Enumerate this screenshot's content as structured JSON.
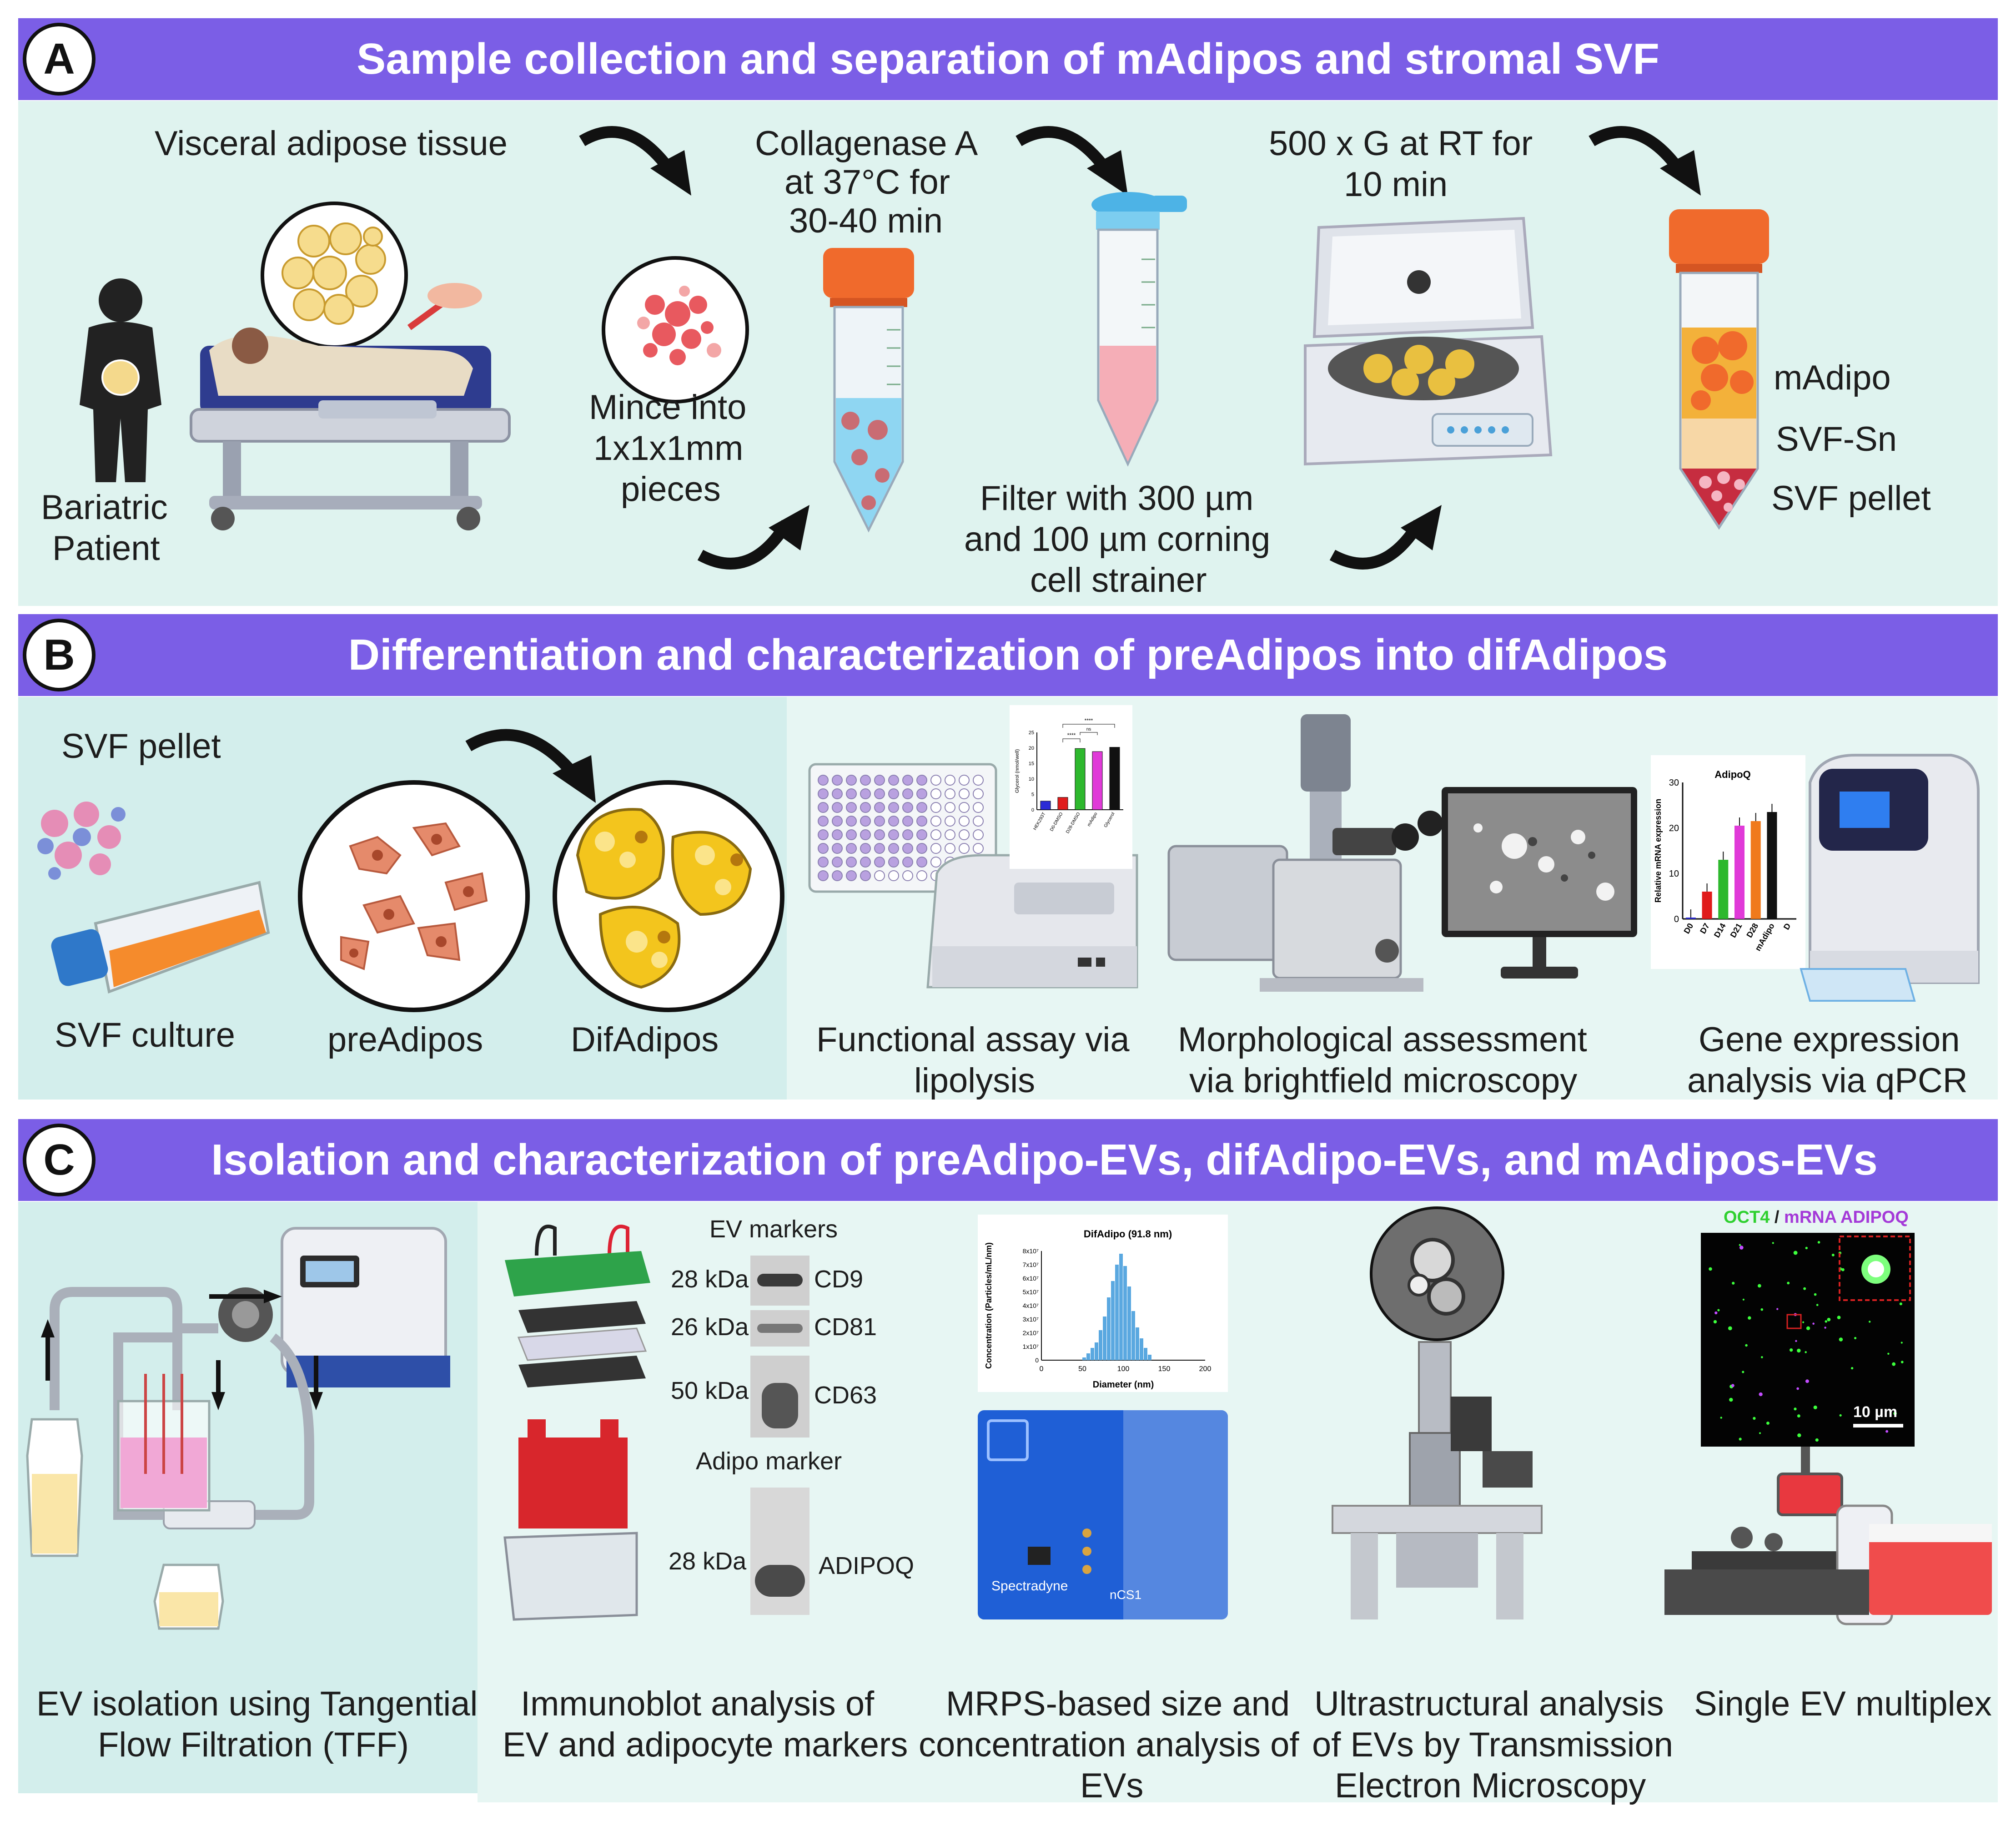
{
  "section_a": {
    "badge": "A",
    "title": "Sample collection and separation of mAdipos and stromal SVF",
    "steps": {
      "tissue": "Visceral adipose tissue",
      "patient": [
        "Bariatric",
        "Patient"
      ],
      "mince": [
        "Mince into",
        "1x1x1mm",
        "pieces"
      ],
      "collagenase": [
        "Collagenase A",
        "at 37°C for",
        "30-40 min"
      ],
      "filter": [
        "Filter with 300 µm",
        "and 100 µm corning",
        "cell strainer"
      ],
      "centrifuge": [
        "500 x G at RT for",
        "10 min"
      ]
    },
    "layers": [
      "mAdipo",
      "SVF-Sn",
      "SVF pellet"
    ]
  },
  "section_b": {
    "badge": "B",
    "title": "Differentiation and characterization of preAdipos into difAdipos",
    "svf_pellet": "SVF pellet",
    "svf_culture": "SVF culture",
    "preadipos": "preAdipos",
    "difadipos": "DifAdipos",
    "assays": {
      "lipolysis": [
        "Functional assay via",
        "lipolysis"
      ],
      "morphology": [
        "Morphological assessment",
        "via brightfield microscopy"
      ],
      "qpcr": [
        "Gene expression",
        "analysis via qPCR"
      ]
    },
    "qpcr_chart": {
      "title": "AdipoQ",
      "ylabel": "Relative mRNA expression",
      "yticks": [
        "0",
        "10",
        "20",
        "30"
      ],
      "categories": [
        "D0",
        "D7",
        "D14",
        "D21",
        "D28",
        "mAdipo",
        "D"
      ],
      "values": [
        0.3,
        6,
        13,
        20.5,
        21.5,
        23.5
      ],
      "colors": [
        "#2b2bd6",
        "#e01b1b",
        "#2db82d",
        "#e03ad8",
        "#f07a1c",
        "#111111"
      ]
    },
    "glycerol_chart": {
      "ylabel": "Glycerol (nmol/well)",
      "yticks": [
        "0",
        "5",
        "10",
        "15",
        "20",
        "25"
      ],
      "categories": [
        "HEK293T",
        "D0-DMSO",
        "D28-DMSO",
        "mAdipo",
        "Glycerol"
      ],
      "values": [
        2.8,
        4,
        19.8,
        18.8,
        20.2
      ],
      "colors": [
        "#2b2bd6",
        "#e01b1b",
        "#2db82d",
        "#e03ad8",
        "#111111"
      ],
      "sig": [
        "****",
        "****",
        "ns"
      ]
    }
  },
  "section_c": {
    "badge": "C",
    "title": "Isolation and characterization of preAdipo-EVs, difAdipo-EVs, and mAdipos-EVs",
    "tff": [
      "EV isolation using Tangential",
      "Flow Filtration (TFF)"
    ],
    "immunoblot": [
      "Immunoblot analysis of",
      "EV and adipocyte markers"
    ],
    "mrps": [
      "MRPS-based size and",
      "concentration analysis of",
      "EVs"
    ],
    "tem": [
      "Ultrastructural analysis",
      "of EVs by Transmission",
      "Electron Microscopy"
    ],
    "single_ev": "Single EV multiplex",
    "ev_markers_title": "EV markers",
    "adipo_marker_title": "Adipo marker",
    "blots": [
      {
        "kda": "28 kDa",
        "name": "CD9"
      },
      {
        "kda": "26 kDa",
        "name": "CD81"
      },
      {
        "kda": "50 kDa",
        "name": "CD63"
      },
      {
        "kda": "28 kDa",
        "name": "ADIPOQ"
      }
    ],
    "histogram": {
      "title": "DifAdipo (91.8 nm)",
      "xlabel": "Diameter (nm)",
      "ylabel": "Concentration (Particles/mL/nm)",
      "xticks": [
        "0",
        "50",
        "100",
        "150",
        "200"
      ],
      "yticks": [
        "0",
        "1x10⁷",
        "2x10⁷",
        "3x10⁷",
        "4x10⁷",
        "5x10⁷",
        "6x10⁷",
        "7x10⁷",
        "8x10⁷"
      ],
      "bin_values": [
        0.2,
        0.5,
        0.9,
        1.3,
        2.2,
        3.2,
        4.6,
        5.8,
        7.0,
        7.8,
        6.9,
        5.4,
        3.6,
        2.4,
        1.6,
        0.9,
        0.4
      ]
    },
    "instrument_brand": "Spectradyne",
    "instrument_model": "nCS1",
    "fluor": {
      "label_a": "OCT4",
      "sep": " / ",
      "label_b": "mRNA ADIPOQ",
      "scale": "10 µm"
    }
  },
  "colors": {
    "banner": "#7b5ee6",
    "panel": "#dff3ef"
  }
}
